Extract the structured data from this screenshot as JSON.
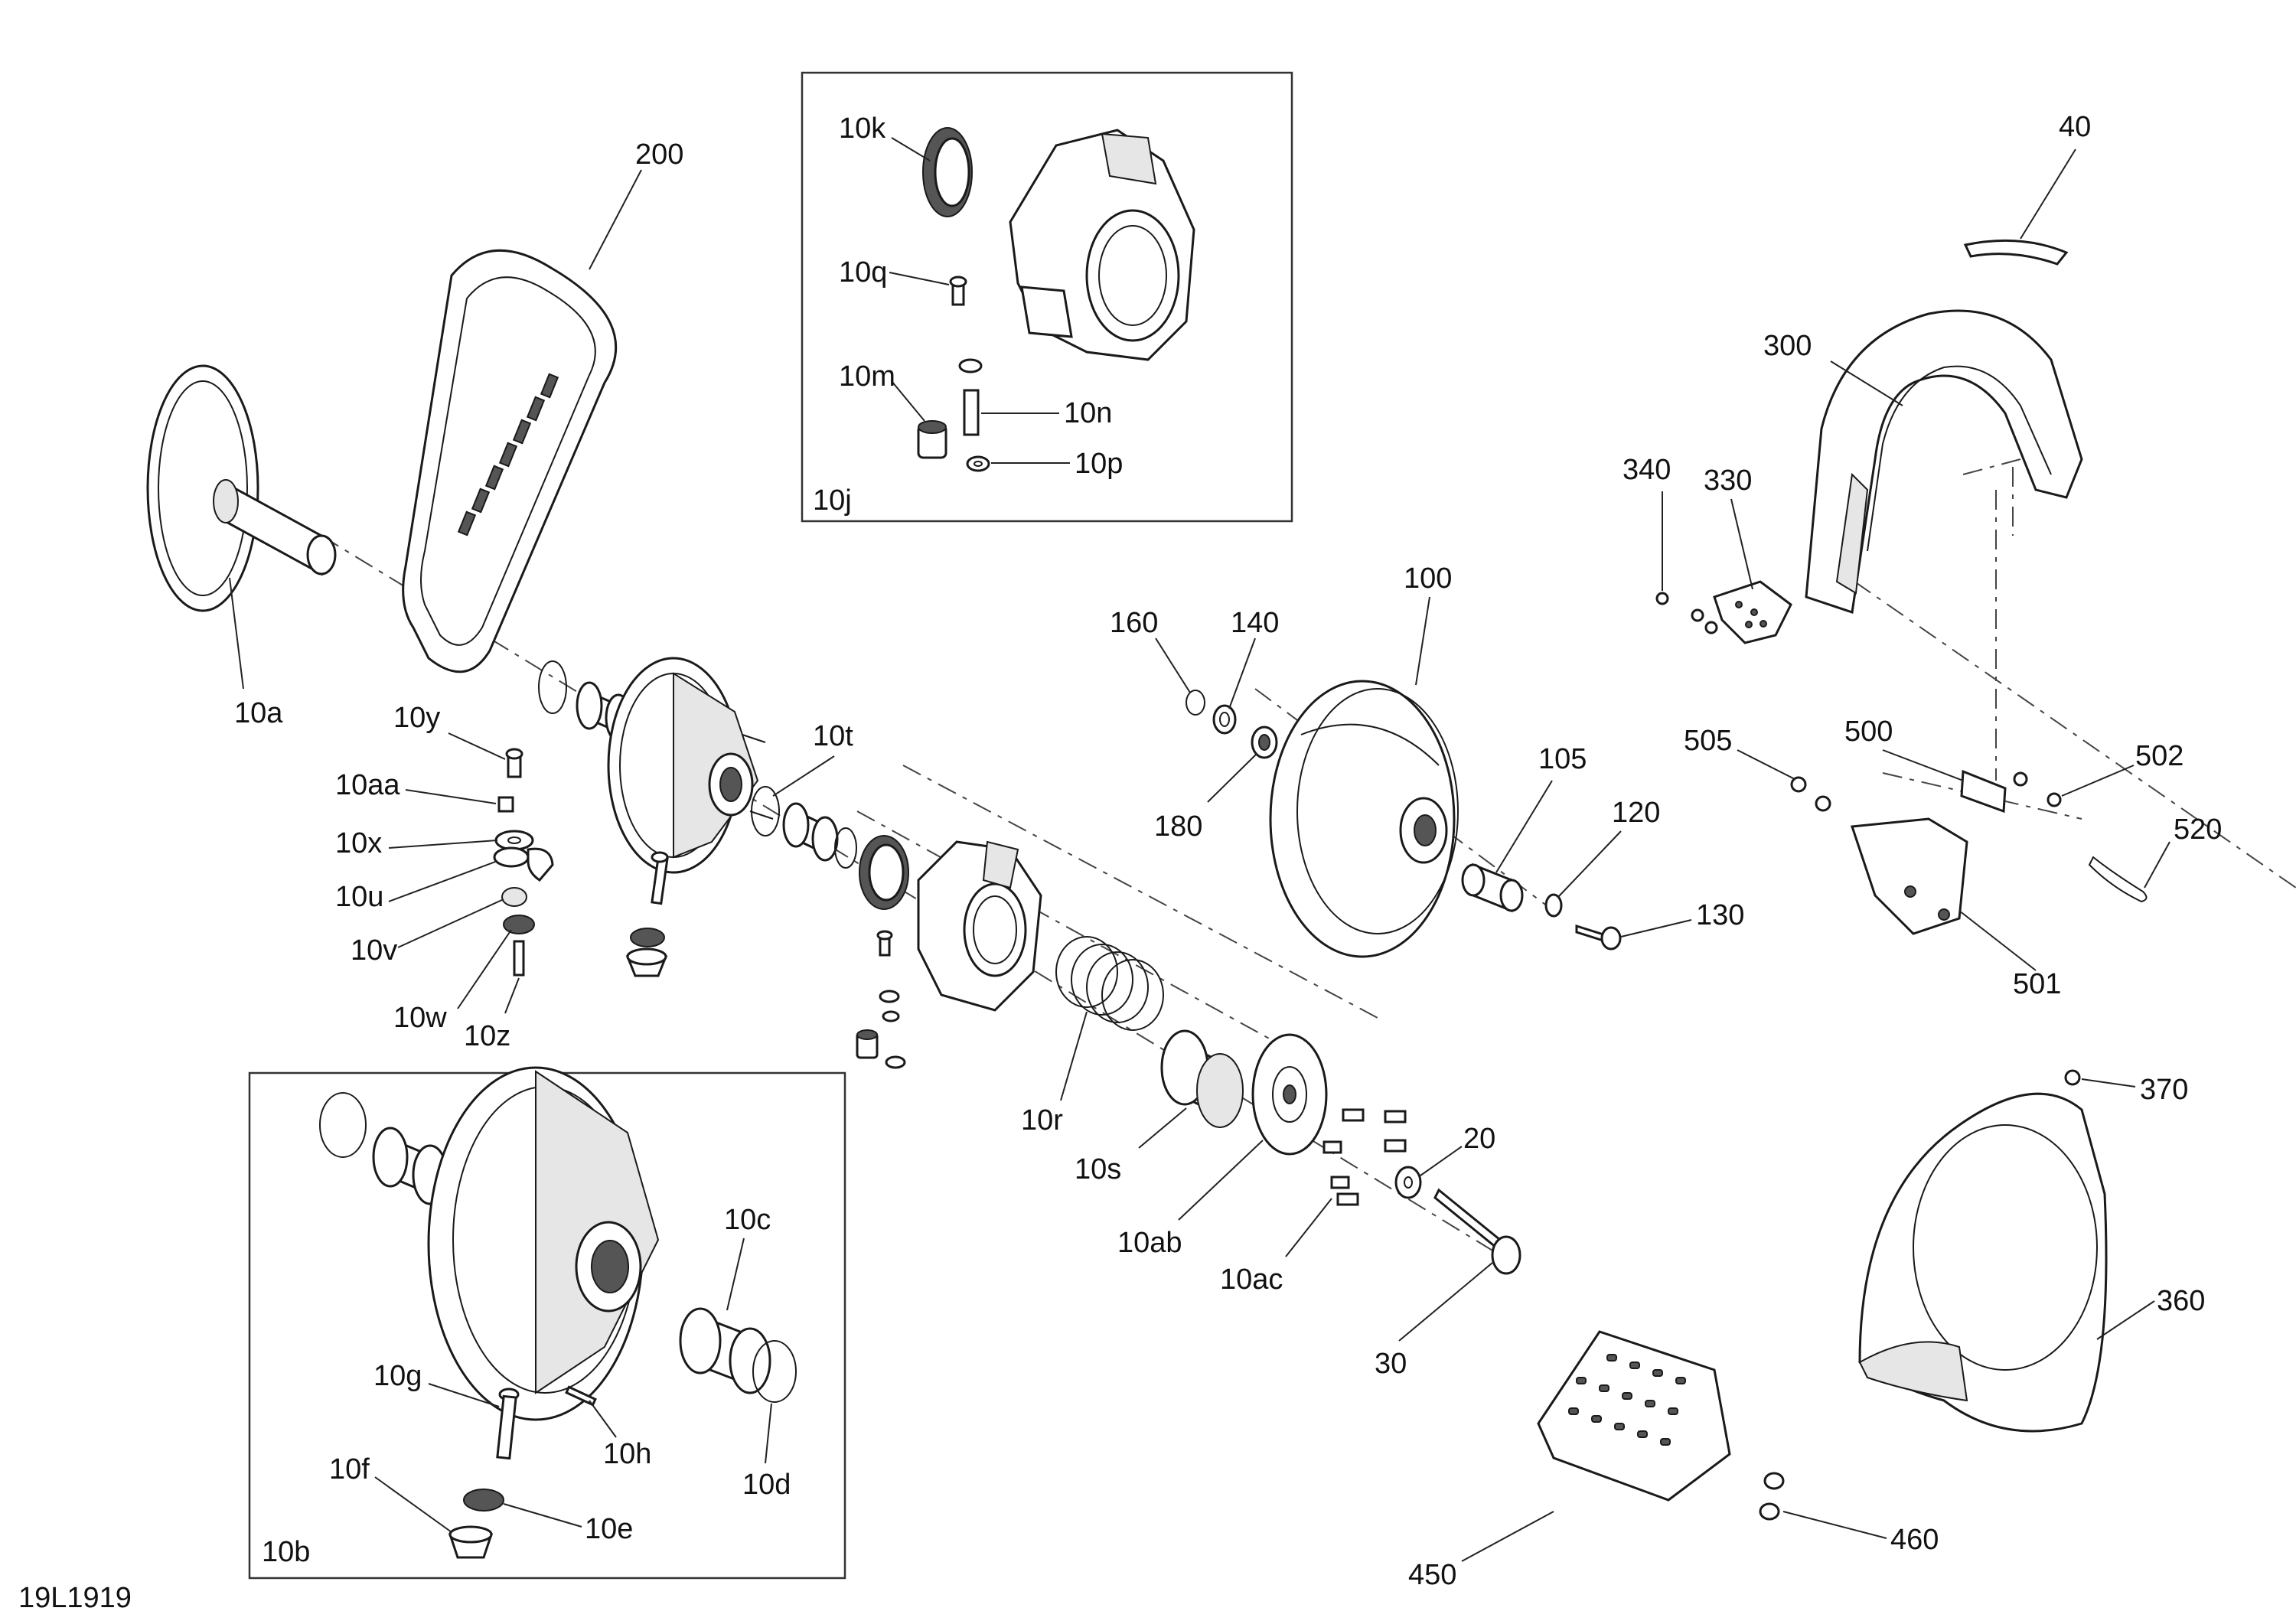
{
  "diagram_id": "19L1919",
  "insets": [
    {
      "id": "10j",
      "label": "10j"
    },
    {
      "id": "10b",
      "label": "10b"
    }
  ],
  "callouts": [
    {
      "id": "200",
      "label": "200"
    },
    {
      "id": "10a",
      "label": "10a"
    },
    {
      "id": "10k",
      "label": "10k"
    },
    {
      "id": "10q",
      "label": "10q"
    },
    {
      "id": "10m",
      "label": "10m"
    },
    {
      "id": "10n",
      "label": "10n"
    },
    {
      "id": "10p",
      "label": "10p"
    },
    {
      "id": "40",
      "label": "40"
    },
    {
      "id": "300",
      "label": "300"
    },
    {
      "id": "340",
      "label": "340"
    },
    {
      "id": "330",
      "label": "330"
    },
    {
      "id": "100",
      "label": "100"
    },
    {
      "id": "160",
      "label": "160"
    },
    {
      "id": "140",
      "label": "140"
    },
    {
      "id": "180",
      "label": "180"
    },
    {
      "id": "105",
      "label": "105"
    },
    {
      "id": "120",
      "label": "120"
    },
    {
      "id": "130",
      "label": "130"
    },
    {
      "id": "505",
      "label": "505"
    },
    {
      "id": "500",
      "label": "500"
    },
    {
      "id": "502",
      "label": "502"
    },
    {
      "id": "520",
      "label": "520"
    },
    {
      "id": "501",
      "label": "501"
    },
    {
      "id": "10y",
      "label": "10y"
    },
    {
      "id": "10aa",
      "label": "10aa"
    },
    {
      "id": "10x",
      "label": "10x"
    },
    {
      "id": "10u",
      "label": "10u"
    },
    {
      "id": "10v",
      "label": "10v"
    },
    {
      "id": "10w",
      "label": "10w"
    },
    {
      "id": "10z",
      "label": "10z"
    },
    {
      "id": "10t",
      "label": "10t"
    },
    {
      "id": "10r",
      "label": "10r"
    },
    {
      "id": "10s",
      "label": "10s"
    },
    {
      "id": "10ab",
      "label": "10ab"
    },
    {
      "id": "10ac",
      "label": "10ac"
    },
    {
      "id": "20",
      "label": "20"
    },
    {
      "id": "30",
      "label": "30"
    },
    {
      "id": "370",
      "label": "370"
    },
    {
      "id": "360",
      "label": "360"
    },
    {
      "id": "450",
      "label": "450"
    },
    {
      "id": "460",
      "label": "460"
    },
    {
      "id": "10c",
      "label": "10c"
    },
    {
      "id": "10d",
      "label": "10d"
    },
    {
      "id": "10g",
      "label": "10g"
    },
    {
      "id": "10h",
      "label": "10h"
    },
    {
      "id": "10f",
      "label": "10f"
    },
    {
      "id": "10e",
      "label": "10e"
    }
  ]
}
